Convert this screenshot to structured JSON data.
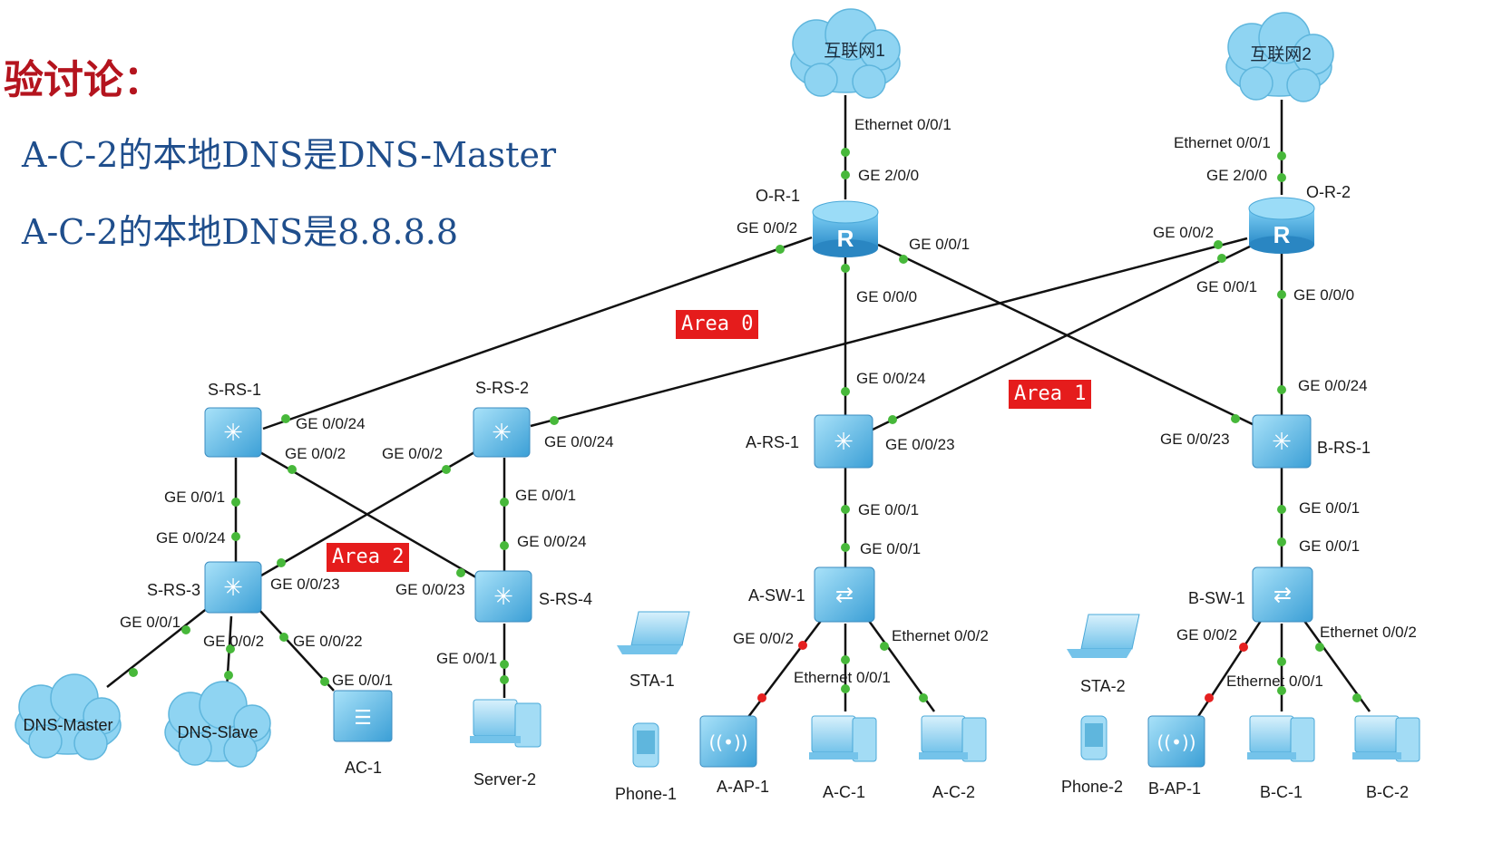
{
  "header": {
    "heading": "验讨论：",
    "note_1": "A-C-2的本地DNS是DNS-Master",
    "note_2": "A-C-2的本地DNS是8.8.8.8"
  },
  "areas": {
    "area_0": "Area 0",
    "area_1": "Area 1",
    "area_2": "Area 2"
  },
  "clouds": {
    "internet_1": "互联网1",
    "internet_2": "互联网2",
    "dns_master": "DNS-Master",
    "dns_slave": "DNS-Slave"
  },
  "devices": {
    "o_r_1": "O-R-1",
    "o_r_2": "O-R-2",
    "s_rs_1": "S-RS-1",
    "s_rs_2": "S-RS-2",
    "s_rs_3": "S-RS-3",
    "s_rs_4": "S-RS-4",
    "a_rs_1": "A-RS-1",
    "b_rs_1": "B-RS-1",
    "a_sw_1": "A-SW-1",
    "b_sw_1": "B-SW-1",
    "ac_1": "AC-1",
    "server_2": "Server-2",
    "sta_1": "STA-1",
    "phone_1": "Phone-1",
    "a_ap_1": "A-AP-1",
    "a_c_1": "A-C-1",
    "a_c_2": "A-C-2",
    "sta_2": "STA-2",
    "phone_2": "Phone-2",
    "b_ap_1": "B-AP-1",
    "b_c_1": "B-C-1",
    "b_c_2": "B-C-2"
  },
  "ports": {
    "or1_eth": "Ethernet 0/0/1",
    "or1_ge200": "GE 2/0/0",
    "or1_ge002": "GE 0/0/2",
    "or1_ge001": "GE 0/0/1",
    "or1_ge000": "GE 0/0/0",
    "or2_eth": "Ethernet 0/0/1",
    "or2_ge200": "GE 2/0/0",
    "or2_ge002": "GE 0/0/2",
    "or2_ge001": "GE 0/0/1",
    "or2_ge000": "GE 0/0/0",
    "srs1_ge024": "GE 0/0/24",
    "srs1_ge02": "GE 0/0/2",
    "srs1_ge01": "GE 0/0/1",
    "srs2_ge024": "GE 0/0/24",
    "srs2_ge02": "GE 0/0/2",
    "srs2_ge01": "GE 0/0/1",
    "srs3_ge024": "GE 0/0/24",
    "srs3_ge023": "GE 0/0/23",
    "srs3_ge01": "GE 0/0/1",
    "srs3_ge02": "GE 0/0/2",
    "srs3_ge022": "GE 0/0/22",
    "ac1_ge01": "GE 0/0/1",
    "srs4_ge024": "GE 0/0/24",
    "srs4_ge023": "GE 0/0/23",
    "srs4_ge01": "GE 0/0/1",
    "ars1_ge024": "GE 0/0/24",
    "ars1_ge023": "GE 0/0/23",
    "ars1_ge01": "GE 0/0/1",
    "asw1_ge01": "GE 0/0/1",
    "asw1_ge02": "GE 0/0/2",
    "asw1_eth01": "Ethernet 0/0/1",
    "asw1_eth02": "Ethernet 0/0/2",
    "brs1_ge024": "GE 0/0/24",
    "brs1_ge023": "GE 0/0/23",
    "brs1_ge01": "GE 0/0/1",
    "bsw1_ge01": "GE 0/0/1",
    "bsw1_ge02": "GE 0/0/2",
    "bsw1_eth01": "Ethernet 0/0/1",
    "bsw1_eth02": "Ethernet 0/0/2"
  },
  "colors": {
    "heading": "#b4141e",
    "note": "#1f4e8c",
    "area_badge": "#e51c1c",
    "port_up": "#47b83a",
    "port_down": "#e52020",
    "router": "#3aa8de",
    "cloud": "#8fd4f2"
  },
  "icons": {
    "router": "router-icon",
    "l3_switch": "layer3-switch-icon",
    "l2_switch": "layer2-switch-icon",
    "cloud": "cloud-icon",
    "pc": "pc-icon",
    "laptop": "laptop-icon",
    "phone": "phone-icon",
    "access_point": "access-point-icon",
    "wireless_controller": "wireless-controller-icon"
  }
}
